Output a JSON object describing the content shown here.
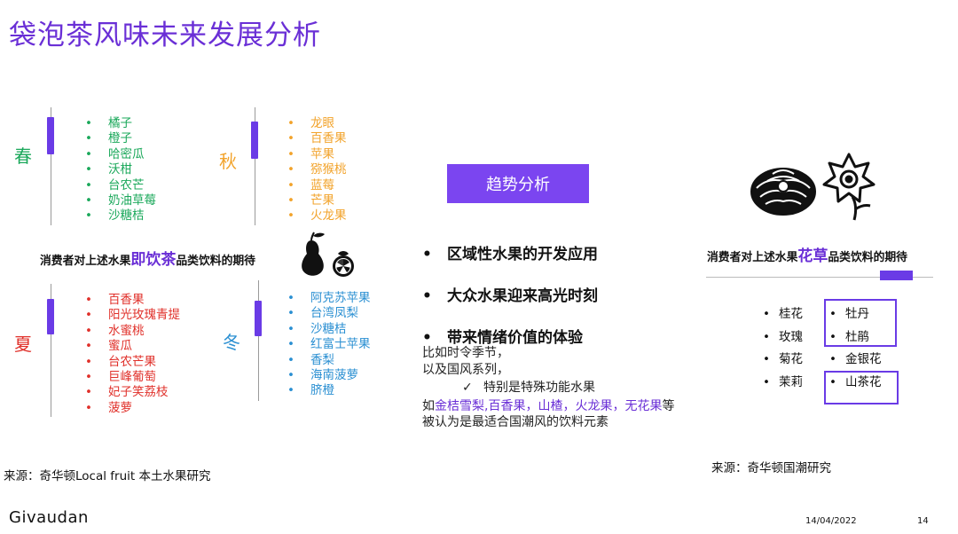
{
  "title": "袋泡茶风味未来发展分析",
  "seasons": {
    "spring": {
      "label": "春",
      "fruits": [
        "橘子",
        "橙子",
        "哈密瓜",
        "沃柑",
        "台农芒",
        "奶油草莓",
        "沙糖桔"
      ]
    },
    "autumn": {
      "label": "秋",
      "fruits": [
        "龙眼",
        "百香果",
        "苹果",
        "猕猴桃",
        "蓝莓",
        "芒果",
        "火龙果"
      ]
    },
    "summer": {
      "label": "夏",
      "fruits": [
        "百香果",
        "阳光玫瑰青提",
        "水蜜桃",
        "蜜瓜",
        "台农芒果",
        "巨峰葡萄",
        "妃子笑荔枝",
        "菠萝"
      ]
    },
    "winter": {
      "label": "冬",
      "fruits": [
        "阿克苏苹果",
        "台湾凤梨",
        "沙糖桔",
        "红富士苹果",
        "香梨",
        "海南菠萝",
        "脐橙"
      ]
    }
  },
  "left_caption": {
    "pre": "消费者对上述水果",
    "highlight": "即饮茶",
    "post": "品类饮料的期待"
  },
  "trend": {
    "button": "趋势分析",
    "bullets": [
      "区域性水果的开发应用",
      "大众水果迎来高光时刻",
      "带来情绪价值的体验"
    ],
    "line1": "比如时令季节，",
    "line2": "以及国风系列，",
    "check": "特别是特殊功能水果",
    "para_pre": "如",
    "para_highlight": "金桔雪梨,百香果，山楂，火龙果，无花果",
    "para_post": "等被认为是最适合国潮风的饮料元素"
  },
  "right_caption": {
    "pre": "消费者对上述水果",
    "highlight": "花草",
    "post": "品类饮料的期待"
  },
  "flowers_left": [
    "桂花",
    "玫瑰",
    "菊花",
    "茉莉"
  ],
  "flowers_right": [
    "牡丹",
    "杜鹃",
    "金银花",
    "山茶花"
  ],
  "source_left": "来源：奇华顿Local fruit 本土水果研究",
  "source_right": "来源：奇华顿国潮研究",
  "footer": {
    "brand": "Givaudan",
    "date": "14/04/2022",
    "page": "14"
  },
  "colors": {
    "accent": "#6a2fd6",
    "spring": "#1aa85a",
    "autumn": "#f2a32b",
    "summer": "#e0302a",
    "winter": "#2a8fd2"
  },
  "icons": [
    "pear-icon",
    "orange-slice-icon",
    "chrysanthemum-icon",
    "daffodil-icon"
  ]
}
